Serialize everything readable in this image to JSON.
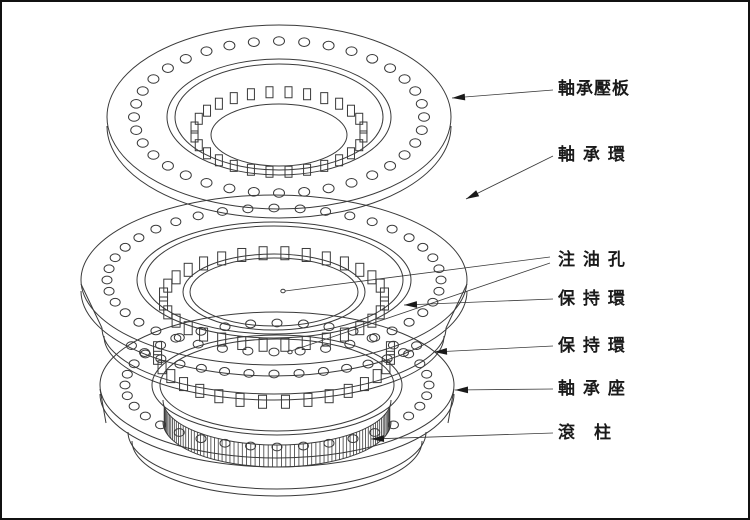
{
  "diagram": {
    "type": "exploded-view",
    "subject": "crossed roller slewing bearing assembly",
    "labels": [
      {
        "text": "軸承壓板",
        "target": "pressure-plate"
      },
      {
        "text": "軸 承 環",
        "target": "bearing-ring"
      },
      {
        "text": "注 油 孔",
        "target": "oil-holes"
      },
      {
        "text": "保 持 環",
        "target": "cage-ring-upper"
      },
      {
        "text": "保 持 環",
        "target": "cage-ring-lower"
      },
      {
        "text": "軸 承 座",
        "target": "bearing-seat"
      },
      {
        "text": "滾　柱",
        "target": "rollers"
      }
    ],
    "colors": {
      "line": "#3a3a3a",
      "background": "#ffffff",
      "border": "#111111",
      "label_text": "#1a1a1a"
    }
  }
}
